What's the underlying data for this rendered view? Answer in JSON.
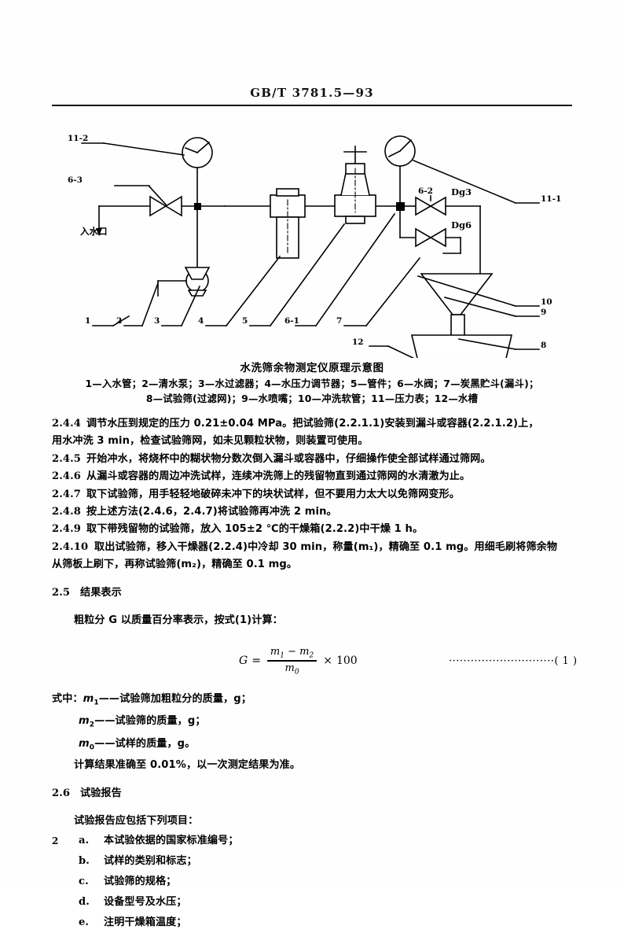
{
  "header": {
    "standard_code": "GB/T  3781.5—93"
  },
  "diagram": {
    "title": "水洗筛余物测定仪原理示意图",
    "inlet_label": "入水口",
    "callouts": {
      "top_left": "11-2",
      "valve_left": "6-3",
      "valve_right": "6-2",
      "dg3": "Dg3",
      "dg6": "Dg6",
      "right_1": "11-1",
      "right_2": "10",
      "right_3": "9",
      "right_4": "8",
      "bottom_1": "1",
      "bottom_2": "2",
      "bottom_3": "3",
      "bottom_4": "4",
      "bottom_5": "5",
      "bottom_6": "6-1",
      "bottom_7": "7",
      "bottom_12": "12"
    },
    "legend_line1": "1—入水管；2—清水泵；3—水过滤器；4—水压力调节器；5—管件；6—水阀；7—炭黑贮斗(漏斗)；",
    "legend_line2": "8—试验筛(过滤网)；9—水喷嘴；10—冲洗软管；11—压力表；12—水槽"
  },
  "sections": [
    {
      "number": "2.4.4",
      "line1": "调节水压到规定的压力 0.21±0.04 MPa。把试验筛(2.2.1.1)安装到漏斗或容器(2.2.1.2)上，",
      "line2": "用水冲洗 3 min，检查试验筛网，如未见颗粒状物，则装置可使用。"
    },
    {
      "number": "2.4.5",
      "line1": "开始冲水，将烧杯中的糊状物分数次倒入漏斗或容器中，仔细操作使全部试样通过筛网。"
    },
    {
      "number": "2.4.6",
      "line1": "从漏斗或容器的周边冲洗试样，连续冲洗筛上的残留物直到通过筛网的水清澈为止。"
    },
    {
      "number": "2.4.7",
      "line1": "取下试验筛，用手轻轻地破碎未冲下的块状试样，但不要用力太大以免筛网变形。"
    },
    {
      "number": "2.4.8",
      "line1": "按上述方法(2.4.6，2.4.7)将试验筛再冲洗 2 min。"
    },
    {
      "number": "2.4.9",
      "line1": "取下带残留物的试验筛，放入 105±2 ℃的干燥箱(2.2.2)中干燥 1 h。"
    },
    {
      "number": "2.4.10",
      "line1": "取出试验筛，移入干燥器(2.2.4)中冷却 30 min，称量(m₁)，精确至 0.1 mg。用细毛刷将筛余物",
      "line2": "从筛板上刷下，再称试验筛(m₂)，精确至 0.1 mg。"
    }
  ],
  "results": {
    "heading_number": "2.5",
    "heading_text": "结果表示",
    "intro": "粗粒分 G 以质量百分率表示，按式(1)计算：",
    "formula": {
      "lhs": "G",
      "equals": "=",
      "numerator_m1": "m",
      "numerator_m1_sub": "1",
      "minus": "−",
      "numerator_m2": "m",
      "numerator_m2_sub": "2",
      "denominator_m0": "m",
      "denominator_m0_sub": "0",
      "times": "×",
      "factor": "100",
      "dots": "·····························",
      "eq_number": "( 1 )"
    },
    "where_label": "式中：",
    "where": [
      {
        "sym": "m",
        "sub": "1",
        "dash": "——",
        "text": "试验筛加粗粒分的质量，g；"
      },
      {
        "sym": "m",
        "sub": "2",
        "dash": "——",
        "text": "试验筛的质量，g；"
      },
      {
        "sym": "m",
        "sub": "0",
        "dash": "——",
        "text": "试样的质量，g。"
      }
    ],
    "note": "计算结果准确至 0.01%，以一次测定结果为准。"
  },
  "report": {
    "heading_number": "2.6",
    "heading_text": "试验报告",
    "intro": "试验报告应包括下列项目：",
    "items": [
      {
        "marker": "a.",
        "text": "本试验依据的国家标准编号；"
      },
      {
        "marker": "b.",
        "text": "试样的类别和标志；"
      },
      {
        "marker": "c.",
        "text": "试验筛的规格；"
      },
      {
        "marker": "d.",
        "text": "设备型号及水压；"
      },
      {
        "marker": "e.",
        "text": "注明干燥箱温度；"
      }
    ]
  },
  "footer": {
    "page_number": "2"
  }
}
